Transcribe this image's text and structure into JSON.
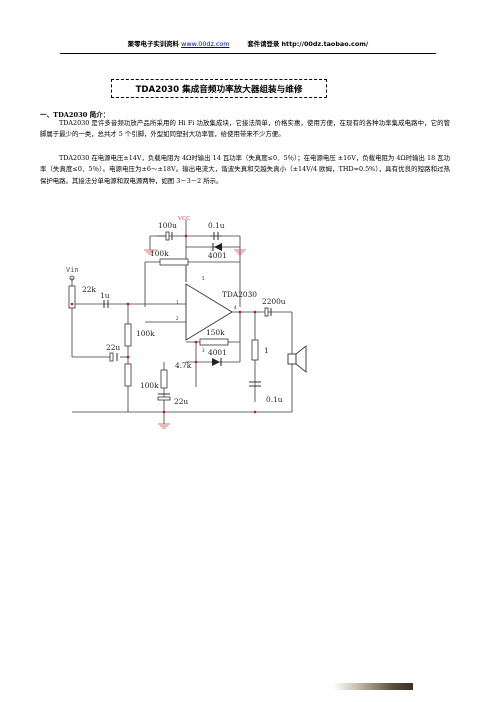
{
  "header": {
    "site_name": "聚零电子实训资料",
    "site_link": "www.00dz.com",
    "shop_text": "套件请登录 http://00dz.taobao.com/"
  },
  "title": "TDA2030 集成音频功率放大器组装与维修",
  "section1": {
    "heading": "一、TDA2030 简介：",
    "paragraphs": [
      "TDA2030 是许多音频功放产品所采用的 Hi Fi 功放集成块，它接法简单，价格实惠，使用方便，在现有的各种功率集成电路中，它的管脚属于最少的一类，总共才 5 个引脚，外型如同塑封大功率管，给使用带来不少方便。",
      "TDA2030 在电源电压±14V，负载电阻为 4Ω时输出 14 瓦功率（失真度≤0．5％）；在电源电压 ±16V，负载电阻为 4Ω时输出 18 瓦功率（失真度≤0．5％）。电源电压为±6～±18V。输出电流大，谐波失真和交越失真小（±14V/4 欧姆，THD=0.5%），具有优良的短路和过热保护电路。其接法分单电源和双电源两种，如图 3－3－2 所示。"
    ]
  },
  "circuit": {
    "labels": {
      "vcc": "VCC",
      "vin": "Vin",
      "c_top_left": "100u",
      "c_top_right": "0.1u",
      "r_feedback": "100k",
      "d_top": "4001",
      "ic": "TDA2030",
      "r_in": "22k",
      "c_in": "1u",
      "c_mid": "22u",
      "r_mid": "100k",
      "c_out": "2200u",
      "r_150": "150k",
      "d_bottom": "4001",
      "r_4k7": "4.7k",
      "r_bottom": "100k",
      "c_22u_bottom": "22u",
      "r_1": "1",
      "c_zobel": "0.1u",
      "pin1": "1",
      "pin2": "2",
      "pin3": "3",
      "pin4": "4",
      "pin5": "5"
    },
    "colors": {
      "wire": "#3a3a3a",
      "junction": "#c01818",
      "ground": "#d05050",
      "vcc": "#d04060"
    }
  }
}
